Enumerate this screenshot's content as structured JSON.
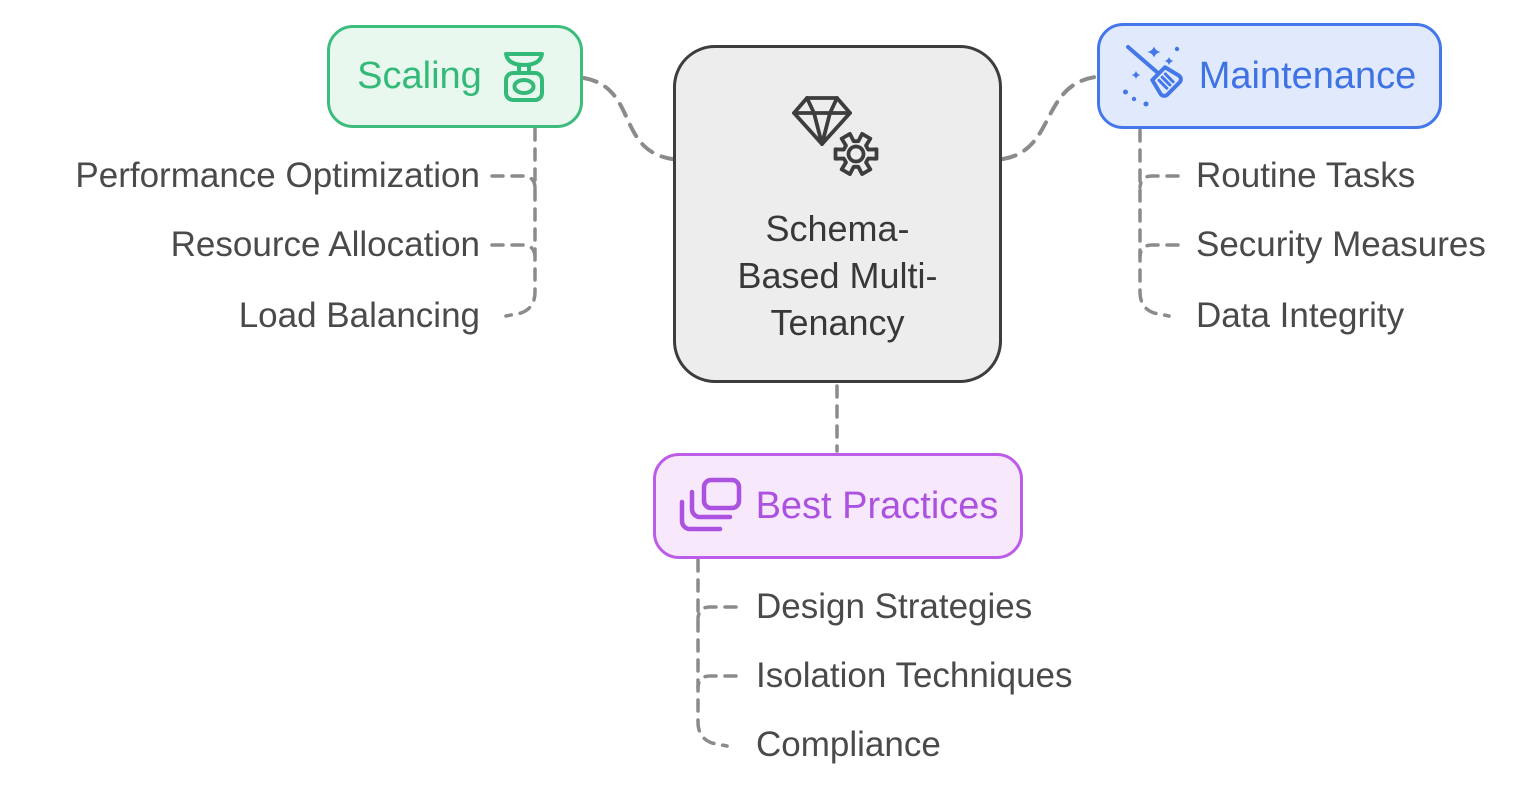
{
  "diagram": {
    "center": {
      "label": "Schema-Based Multi-Tenancy",
      "lines": [
        "Schema-",
        "Based Multi-",
        "Tenancy"
      ],
      "icon": "diamond-gear-icon"
    },
    "branches": {
      "scaling": {
        "label": "Scaling",
        "icon": "scale-icon",
        "accent_color": "#3cbc7d",
        "background_color": "#e8f8ef",
        "items": [
          "Performance Optimization",
          "Resource Allocation",
          "Load Balancing"
        ]
      },
      "maintenance": {
        "label": "Maintenance",
        "icon": "broom-sparkles-icon",
        "accent_color": "#4478e8",
        "background_color": "#e0eafc",
        "items": [
          "Routine Tasks",
          "Security Measures",
          "Data Integrity"
        ]
      },
      "best_practices": {
        "label": "Best Practices",
        "icon": "stacked-layers-icon",
        "accent_color": "#bd5ce8",
        "background_color": "#f8e8fc",
        "items": [
          "Design Strategies",
          "Isolation Techniques",
          "Compliance"
        ]
      }
    },
    "colors": {
      "center_background": "#ededed",
      "center_border": "#3d3d3d",
      "connector": "#8b8b8b",
      "leaf_text": "#4a4a4a"
    }
  }
}
